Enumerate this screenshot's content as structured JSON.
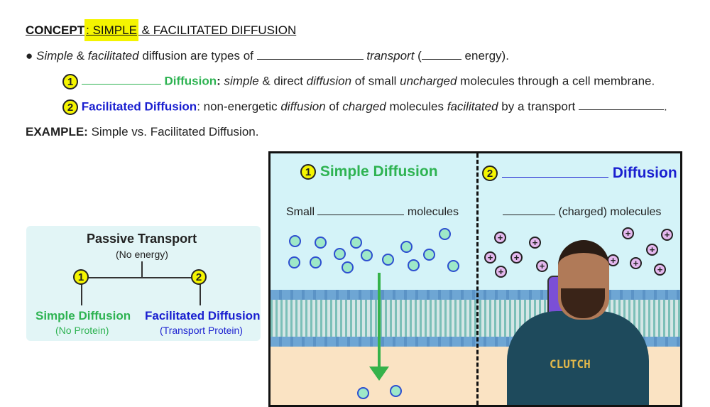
{
  "header": {
    "concept_label": "CONCEPT",
    "highlight": ": SIMPLE",
    "rest": " & FACILITATED DIFFUSION"
  },
  "bullet": {
    "p1": "Simple",
    "p2": " & ",
    "p3": "facilitated",
    "p4": " diffusion are types of ",
    "p5": "transport",
    "p6": " (",
    "p7": " energy)."
  },
  "item1": {
    "num": "1",
    "term": "Diffusion",
    "colon": ":",
    "d1": "simple",
    "d2": " & direct ",
    "d3": "diffusion",
    "d4": " of small ",
    "d5": "uncharged",
    "d6": " molecules through a cell membrane."
  },
  "item2": {
    "num": "2",
    "term": "Facilitated Diffusion",
    "d1": ": non-energetic ",
    "d2": "diffusion",
    "d3": " of ",
    "d4": "charged",
    "d5": " molecules ",
    "d6": "facilitated",
    "d7": " by a transport ",
    "d8": "."
  },
  "example": {
    "label": "EXAMPLE:",
    "text": " Simple vs. Facilitated Diffusion."
  },
  "passive": {
    "title": "Passive Transport",
    "subtitle": "(No energy)",
    "n1": "1",
    "n2": "2",
    "left_title": "Simple Diffusion",
    "left_sub": "(No Protein)",
    "right_title": "Facilitated Diffusion",
    "right_sub": "(Transport Protein)"
  },
  "diagram": {
    "left_num": "1",
    "left_title": "Simple Diffusion",
    "left_small": "Small",
    "left_molecules": "molecules",
    "right_num": "2",
    "right_title": "Diffusion",
    "right_caption": "(charged) molecules",
    "ion_symbol": "+"
  },
  "presenter": {
    "shirt_logo": "CLUTCH"
  },
  "colors": {
    "highlight": "#f4f400",
    "green": "#2eb352",
    "blue": "#1a1fd0",
    "cytoplasm": "#fae3c3",
    "extracellular": "#d4f3f8"
  }
}
